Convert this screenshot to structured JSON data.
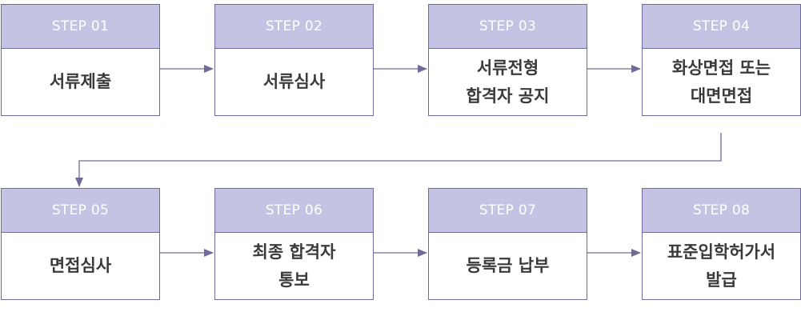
{
  "steps": [
    {
      "label": "STEP 01",
      "lines": [
        "서류제출"
      ]
    },
    {
      "label": "STEP 02",
      "lines": [
        "서류심사"
      ]
    },
    {
      "label": "STEP 03",
      "lines": [
        "서류전형",
        "합격자 공지"
      ]
    },
    {
      "label": "STEP 04",
      "lines": [
        "화상면접 또는",
        "대면면접"
      ]
    },
    {
      "label": "STEP 05",
      "lines": [
        "면접심사"
      ]
    },
    {
      "label": "STEP 06",
      "lines": [
        "최종 합격자",
        "통보"
      ]
    },
    {
      "label": "STEP 07",
      "lines": [
        "등록금 납부"
      ]
    },
    {
      "label": "STEP 08",
      "lines": [
        "표준입학허가서",
        "발급"
      ]
    }
  ],
  "colors": {
    "header_bg": "#c4c3e3",
    "border": "#6f6a9a",
    "connector": "#6f6a9a",
    "header_text": "#ffffff",
    "body_text": "#3a3a3a"
  }
}
